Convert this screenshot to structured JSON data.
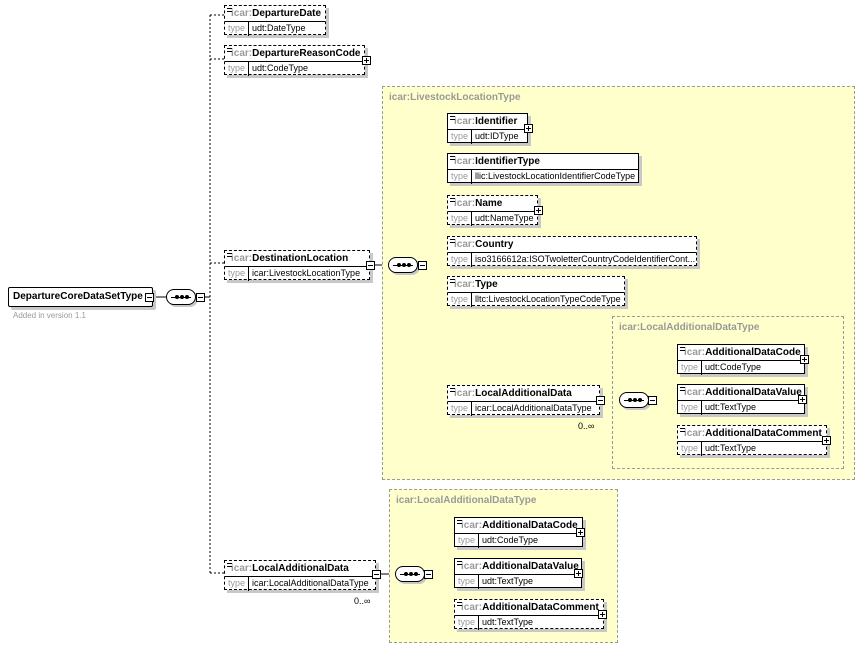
{
  "root": {
    "name": "DepartureCoreDataSetType",
    "note": "Added in version 1.1"
  },
  "type_label": "type",
  "elements": {
    "departure_date": {
      "ns": "icar:",
      "name": "DepartureDate",
      "type": "udt:DateType"
    },
    "departure_reason_code": {
      "ns": "icar:",
      "name": "DepartureReasonCode",
      "type": "udt:CodeType"
    },
    "destination_location": {
      "ns": "icar:",
      "name": "DestinationLocation",
      "type": "icar:LivestockLocationType"
    },
    "local_additional_data": {
      "ns": "icar:",
      "name": "LocalAdditionalData",
      "type": "icar:LocalAdditionalDataType",
      "cardinality": "0..∞"
    }
  },
  "livestock_location": {
    "group_label": "icar:LivestockLocationType",
    "identifier": {
      "ns": "icar:",
      "name": "Identifier",
      "type": "udt:IDType"
    },
    "identifier_type": {
      "ns": "icar:",
      "name": "IdentifierType",
      "type": "llic:LivestockLocationIdentifierCodeType"
    },
    "name": {
      "ns": "icar:",
      "name": "Name",
      "type": "udt:NameType"
    },
    "country": {
      "ns": "icar:",
      "name": "Country",
      "type": "iso3166612a:ISOTwoletterCountryCodeIdentifierCont..."
    },
    "type": {
      "ns": "icar:",
      "name": "Type",
      "type": "lltc:LivestockLocationTypeCodeType"
    },
    "local_additional_data": {
      "ns": "icar:",
      "name": "LocalAdditionalData",
      "type": "icar:LocalAdditionalDataType",
      "cardinality": "0..∞"
    },
    "inner_group": {
      "group_label": "icar:LocalAdditionalDataType",
      "code": {
        "ns": "icar:",
        "name": "AdditionalDataCode",
        "type": "udt:CodeType"
      },
      "value": {
        "ns": "icar:",
        "name": "AdditionalDataValue",
        "type": "udt:TextType"
      },
      "comment": {
        "ns": "icar:",
        "name": "AdditionalDataComment",
        "type": "udt:TextType"
      }
    }
  },
  "local_additional_group": {
    "group_label": "icar:LocalAdditionalDataType",
    "code": {
      "ns": "icar:",
      "name": "AdditionalDataCode",
      "type": "udt:CodeType"
    },
    "value": {
      "ns": "icar:",
      "name": "AdditionalDataValue",
      "type": "udt:TextType"
    },
    "comment": {
      "ns": "icar:",
      "name": "AdditionalDataComment",
      "type": "udt:TextType"
    }
  }
}
